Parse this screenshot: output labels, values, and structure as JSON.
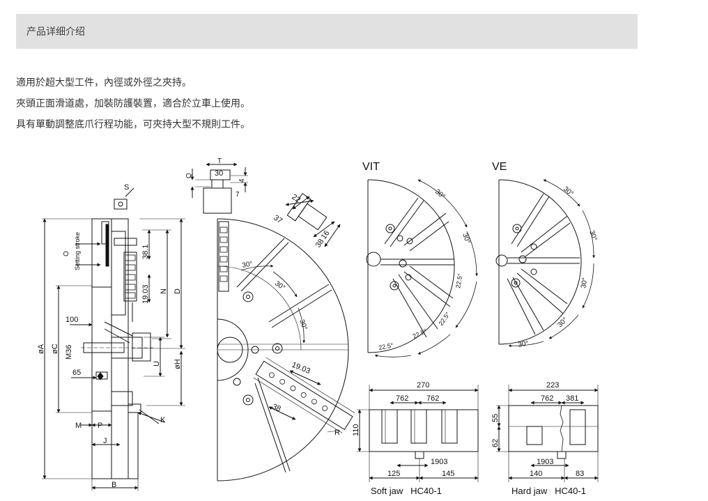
{
  "header": {
    "title": "产品详细介绍"
  },
  "description": {
    "lines": [
      "適用於超大型工件，內徑或外徑之夾持。",
      "夾頭正面滑道處，加裝防護裝置，適合於立車上使用。",
      "具有單動調整底爪行程功能，可夾持大型不規則工件。"
    ]
  },
  "drawing": {
    "side_labels": {
      "s": "S",
      "setting_stroke": "Setting stroke",
      "o": "O",
      "oA": "øA",
      "oC": "øC",
      "m36": "M36",
      "d100": "100",
      "d65": "65",
      "m": "M",
      "p": "P",
      "j": "J",
      "b": "B",
      "k": "K",
      "d381": "38.1",
      "d1903": "19.03",
      "n": "N",
      "d": "D",
      "u": "U",
      "oH": "øH"
    },
    "front_labels": {
      "t": "T",
      "d30": "30",
      "q": "Q",
      "d4": "4",
      "d7": "7",
      "d22": "22",
      "d37": "37",
      "d16": "16",
      "d38": "38",
      "a30a": "30°",
      "a30b": "30°",
      "a30c": "30°",
      "d1903": "19.03",
      "d38b": "38",
      "r": "R"
    },
    "vit": {
      "title": "VIT",
      "a30a": "30°",
      "a30b": "30°",
      "a225a": "22.5°",
      "a225b": "22.5°",
      "a225c": "22.5°",
      "a225d": "22.5°"
    },
    "ve": {
      "title": "VE",
      "a30a": "30°",
      "a30b": "30°",
      "a30c": "30°",
      "a30d": "30°",
      "a30e": "30°"
    },
    "soft_jaw": {
      "w270": "270",
      "d762a": "762",
      "d762b": "762",
      "h110": "110",
      "d1903": "1903",
      "d125": "125",
      "d145": "145",
      "caption": "Soft jaw   HC40-1"
    },
    "hard_jaw": {
      "w223": "223",
      "d762": "762",
      "d381": "381",
      "h55": "55",
      "h62": "62",
      "d1903": "1903",
      "d140": "140",
      "d83": "83",
      "caption": "Hard jaw   HC40-1"
    }
  }
}
